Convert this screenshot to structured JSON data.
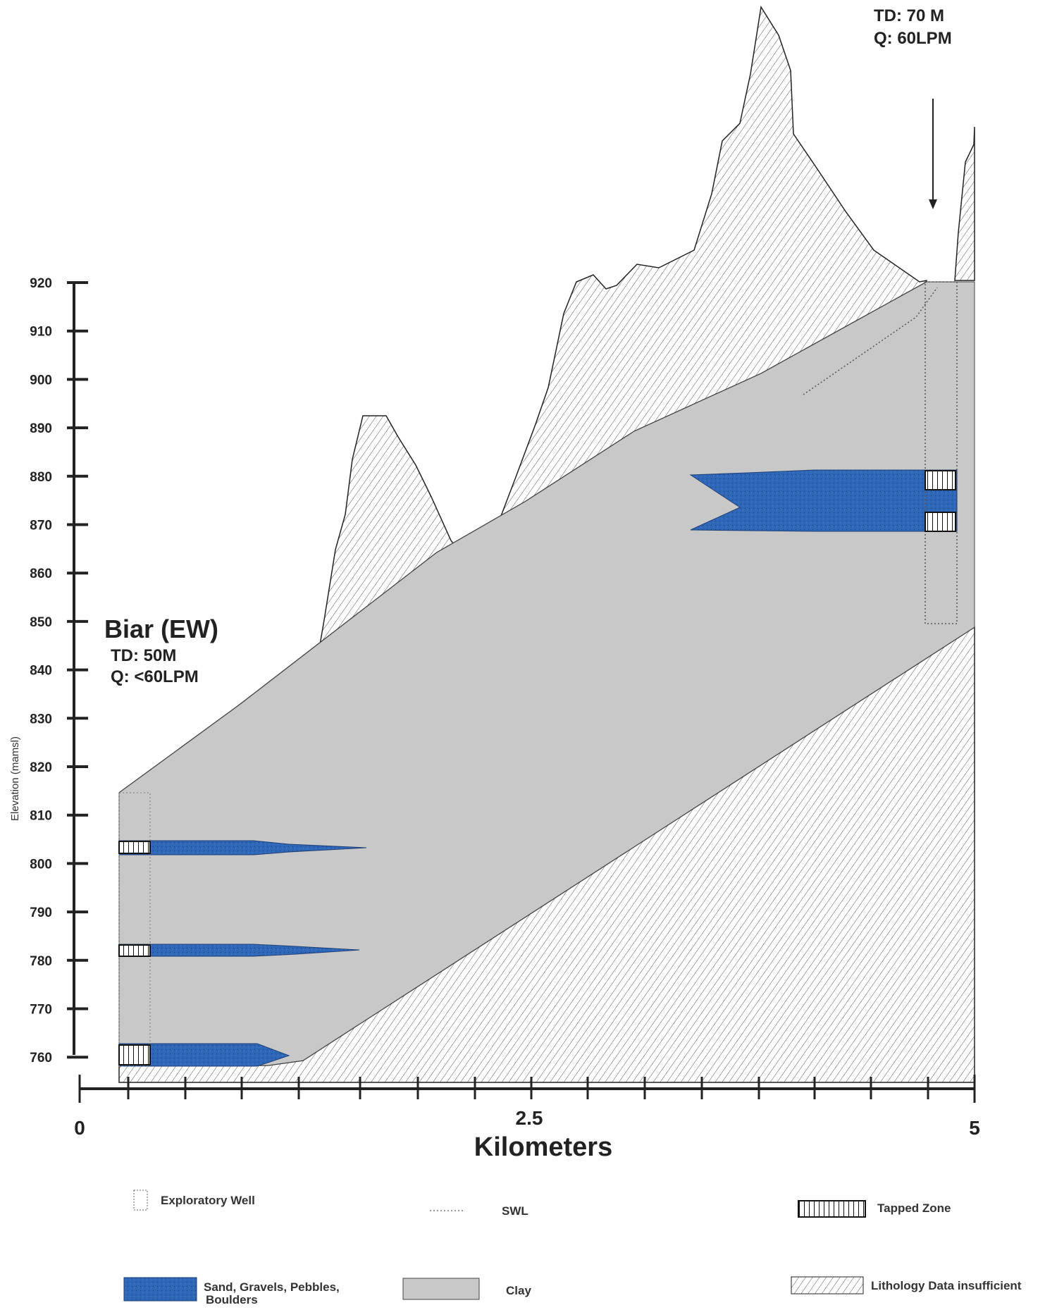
{
  "diagram": {
    "y_axis": {
      "label": "Elevation (mamsl)",
      "ticks": [
        "920",
        "910",
        "900",
        "890",
        "880",
        "870",
        "860",
        "850",
        "840",
        "830",
        "820",
        "810",
        "800",
        "790",
        "780",
        "770",
        "760"
      ]
    },
    "x_axis": {
      "title": "Kilometers",
      "tick_labels": [
        "0",
        "2.5",
        "5"
      ]
    },
    "wells": {
      "left": {
        "name": "Biar (EW)",
        "td": "TD: 50M",
        "q": "Q: <60LPM"
      },
      "right": {
        "name": "",
        "td": "TD: 70 M",
        "q": "Q: 60LPM"
      }
    },
    "legend": {
      "exploratory_well": "Exploratory Well",
      "swl": "SWL",
      "tapped_zone": "Tapped Zone",
      "sand": "Sand, Gravels, Pebbles, Boulders",
      "clay": "Clay",
      "lithology": "Lithology Data insufficient"
    },
    "colors": {
      "sand": "#2f67b8",
      "clay": "#c8c8c8",
      "line": "#222222"
    }
  }
}
